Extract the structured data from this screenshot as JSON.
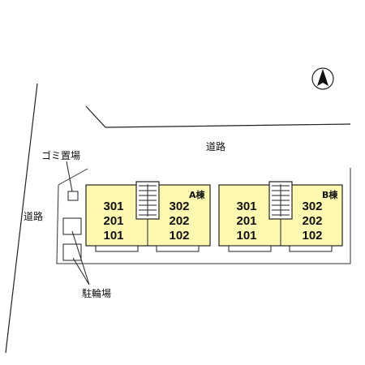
{
  "compass": {
    "letter": "N",
    "icon": "north-arrow-icon"
  },
  "roads": {
    "top_label": "道路",
    "left_label": "道路"
  },
  "facilities": {
    "garbage_label": "ゴミ置場",
    "bicycle_label": "駐輪場"
  },
  "buildings": [
    {
      "name": "A棟",
      "left_units": [
        "301",
        "201",
        "101"
      ],
      "right_units": [
        "302",
        "202",
        "102"
      ]
    },
    {
      "name": "B棟",
      "left_units": [
        "301",
        "201",
        "101"
      ],
      "right_units": [
        "302",
        "202",
        "102"
      ]
    }
  ],
  "colors": {
    "building_fill": "#fff8b0",
    "outline": "#222222",
    "background": "#ffffff"
  }
}
